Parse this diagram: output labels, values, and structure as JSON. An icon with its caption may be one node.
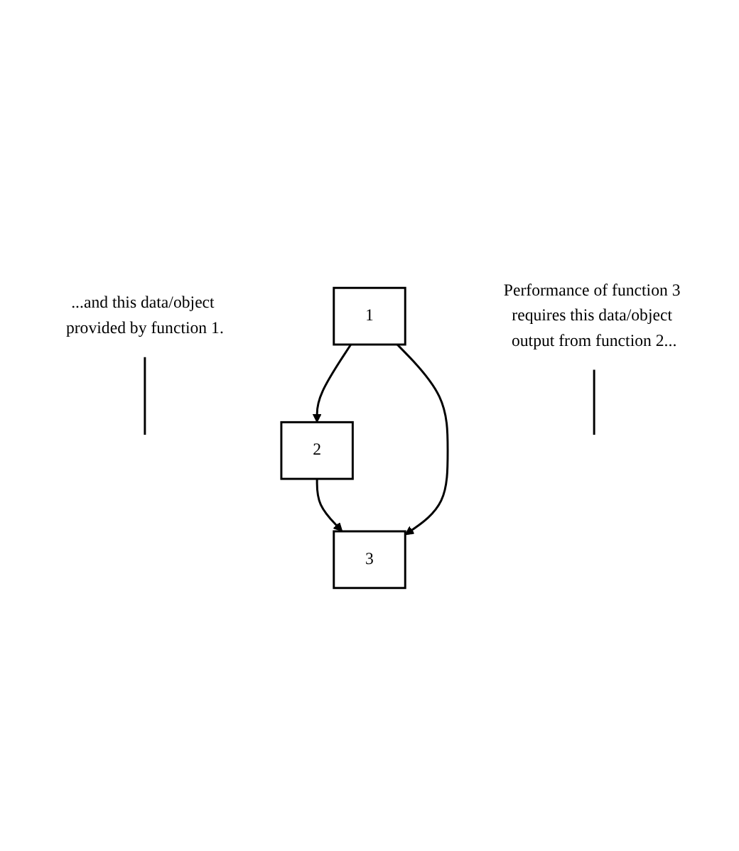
{
  "diagram": {
    "nodes": [
      {
        "text": [
          "1"
        ]
      },
      {
        "text": [
          "2"
        ]
      },
      {
        "text": [
          "3"
        ]
      },
      {
        "text": [
          "...and this data/object provided by function 1."
        ]
      },
      {
        "text": [
          "Performance of function 3 requires this data/object output from function 2..."
        ]
      }
    ],
    "edges": [
      {
        "from": 0,
        "to": 1,
        "arrow": "to"
      },
      {
        "from": 0,
        "to": 2,
        "arrow": "to"
      },
      {
        "from": 1,
        "to": 2,
        "arrow": "to"
      },
      {
        "from": 3,
        "to": null,
        "arrow": "none"
      },
      {
        "from": 4,
        "to": null,
        "arrow": "none"
      }
    ]
  }
}
